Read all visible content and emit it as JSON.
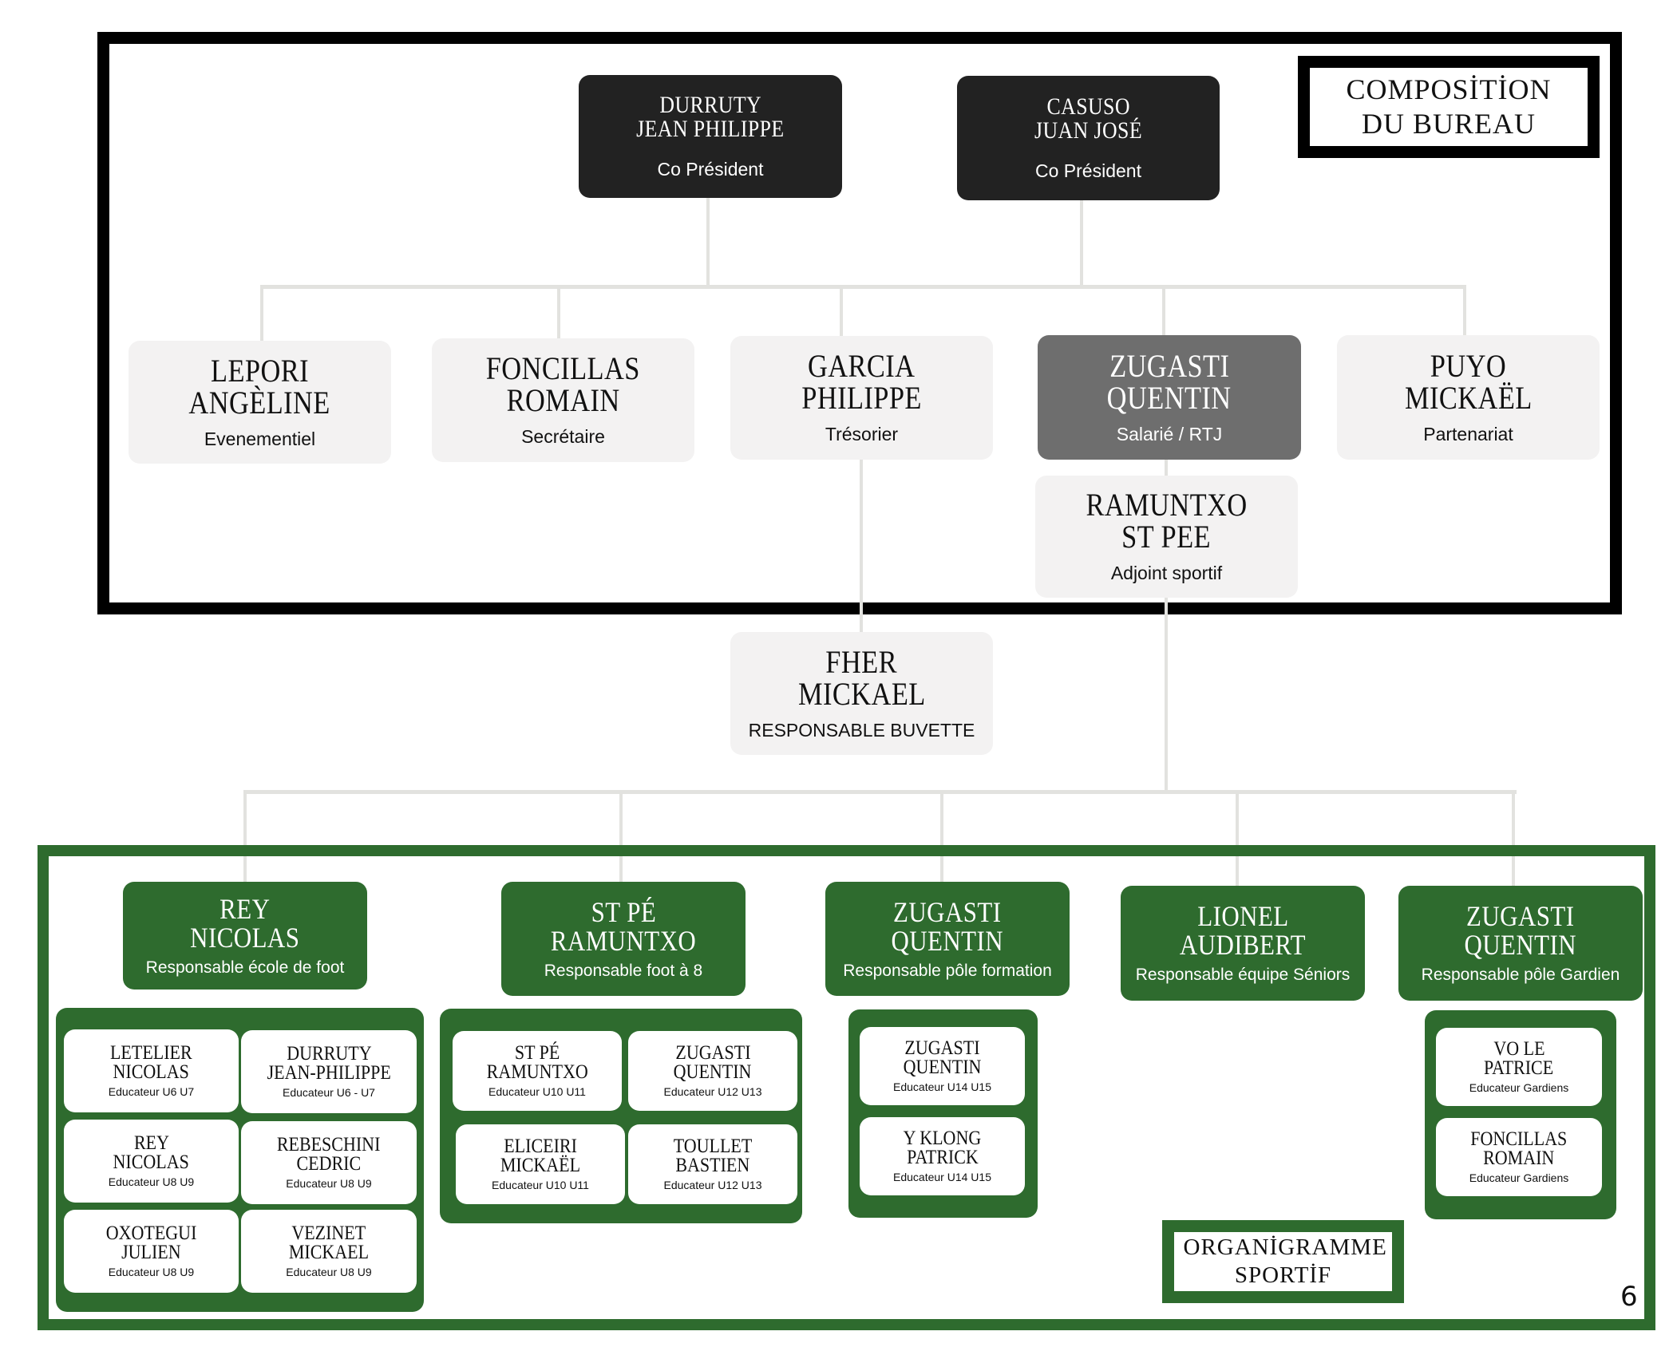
{
  "bureau": {
    "title": "COMPOSİTİON DU BUREAU",
    "presidents": [
      {
        "name_line1": "DURRUTY",
        "name_line2": "JEAN PHILIPPE",
        "role": "Co Président"
      },
      {
        "name_line1": "CASUSO",
        "name_line2": "JUAN JOSÉ",
        "role": "Co Président"
      }
    ],
    "members": [
      {
        "name_line1": "LEPORI",
        "name_line2": "ANGÈLINE",
        "role": "Evenementiel"
      },
      {
        "name_line1": "FONCILLAS",
        "name_line2": "ROMAIN",
        "role": "Secrétaire"
      },
      {
        "name_line1": "GARCIA",
        "name_line2": "PHILIPPE",
        "role": "Trésorier"
      },
      {
        "name_line1": "ZUGASTI",
        "name_line2": "QUENTIN",
        "role": "Salarié / RTJ"
      },
      {
        "name_line1": "PUYO",
        "name_line2": "MICKAËL",
        "role": "Partenariat"
      }
    ],
    "adjoint": {
      "name_line1": "RAMUNTXO",
      "name_line2": "ST PEE",
      "role": "Adjoint sportif"
    },
    "buvette": {
      "name_line1": "FHER",
      "name_line2": "MICKAEL",
      "role": "RESPONSABLE BUVETTE"
    }
  },
  "sportif": {
    "title": "ORGANİGRAMME SPORTİF",
    "page_number": "6",
    "leads": [
      {
        "name_line1": "REY",
        "name_line2": "NICOLAS",
        "role": "Responsable école de foot"
      },
      {
        "name_line1": "ST PÉ",
        "name_line2": "RAMUNTXO",
        "role": "Responsable foot à 8"
      },
      {
        "name_line1": "ZUGASTI",
        "name_line2": "QUENTIN",
        "role": "Responsable  pôle formation"
      },
      {
        "name_line1": "LIONEL",
        "name_line2": "AUDIBERT",
        "role": "Responsable équipe Séniors"
      },
      {
        "name_line1": "ZUGASTI",
        "name_line2": "QUENTIN",
        "role": "Responsable  pôle Gardien"
      }
    ],
    "groups": [
      {
        "cards": [
          {
            "name_line1": "LETELIER",
            "name_line2": "NICOLAS",
            "role": "Educateur U6 U7"
          },
          {
            "name_line1": "DURRUTY",
            "name_line2": "JEAN-PHILIPPE",
            "role": "Educateur U6 - U7"
          },
          {
            "name_line1": "REY",
            "name_line2": "NICOLAS",
            "role": "Educateur U8 U9"
          },
          {
            "name_line1": "REBESCHINI",
            "name_line2": "CEDRIC",
            "role": "Educateur U8 U9"
          },
          {
            "name_line1": "OXOTEGUI",
            "name_line2": "JULIEN",
            "role": "Educateur U8 U9"
          },
          {
            "name_line1": "VEZINET",
            "name_line2": "MICKAEL",
            "role": "Educateur U8 U9"
          }
        ]
      },
      {
        "cards": [
          {
            "name_line1": "ST PÉ",
            "name_line2": "RAMUNTXO",
            "role": "Educateur U10 U11"
          },
          {
            "name_line1": "ZUGASTI",
            "name_line2": "QUENTIN",
            "role": "Educateur U12 U13"
          },
          {
            "name_line1": "ELICEIRI",
            "name_line2": "MICKAËL",
            "role": "Educateur U10 U11"
          },
          {
            "name_line1": "TOULLET",
            "name_line2": "BASTIEN",
            "role": "Educateur U12 U13"
          }
        ]
      },
      {
        "cards": [
          {
            "name_line1": "ZUGASTI",
            "name_line2": "QUENTIN",
            "role": "Educateur U14 U15"
          },
          {
            "name_line1": "Y KLONG",
            "name_line2": "PATRICK",
            "role": "Educateur U14 U15"
          }
        ]
      },
      {
        "cards": [
          {
            "name_line1": "VO LE",
            "name_line2": "PATRICE",
            "role": "Educateur Gardiens"
          },
          {
            "name_line1": "FONCILLAS",
            "name_line2": "ROMAIN",
            "role": "Educateur Gardiens"
          }
        ]
      }
    ]
  },
  "colors": {
    "green": "#2E6B2E",
    "dark": "#222222",
    "grey": "#6E6E6E",
    "light": "#F3F2F2",
    "connector": "#E2E2DF"
  }
}
